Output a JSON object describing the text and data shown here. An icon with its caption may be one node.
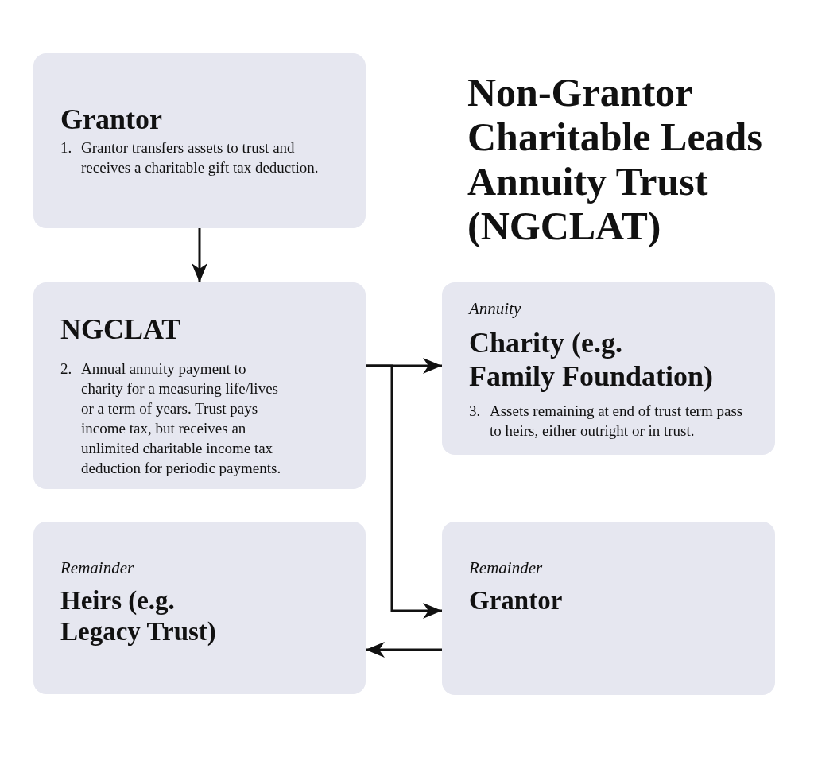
{
  "diagram": {
    "title": "Non-Grantor Charitable Leads Annuity Trust (NGCLAT)",
    "nodes": [
      {
        "text": [
          "Grantor",
          "1. Grantor transfers assets to trust and receives a charitable gift tax deduction."
        ]
      },
      {
        "text": [
          "NGCLAT",
          "2. Annual annuity payment to charity for a measuring life/lives or a term of years. Trust pays income tax, but receives an unlimited charitable income tax deduction for periodic payments."
        ]
      },
      {
        "text": [
          "Annuity",
          "Charity (e.g. Family Foundation)",
          "3. Assets remaining at end of trust term pass to heirs, either outright or in trust."
        ]
      },
      {
        "text": [
          "Remainder",
          "Heirs (e.g. Legacy Trust)"
        ]
      },
      {
        "text": [
          "Remainder",
          "Grantor"
        ]
      }
    ],
    "edges": [
      {
        "from": 0,
        "to": 1,
        "arrow": "to"
      },
      {
        "from": 1,
        "to": 2,
        "arrow": "to"
      },
      {
        "from": 1,
        "to": 4,
        "arrow": "to"
      },
      {
        "from": 4,
        "to": 3,
        "arrow": "to"
      }
    ]
  }
}
